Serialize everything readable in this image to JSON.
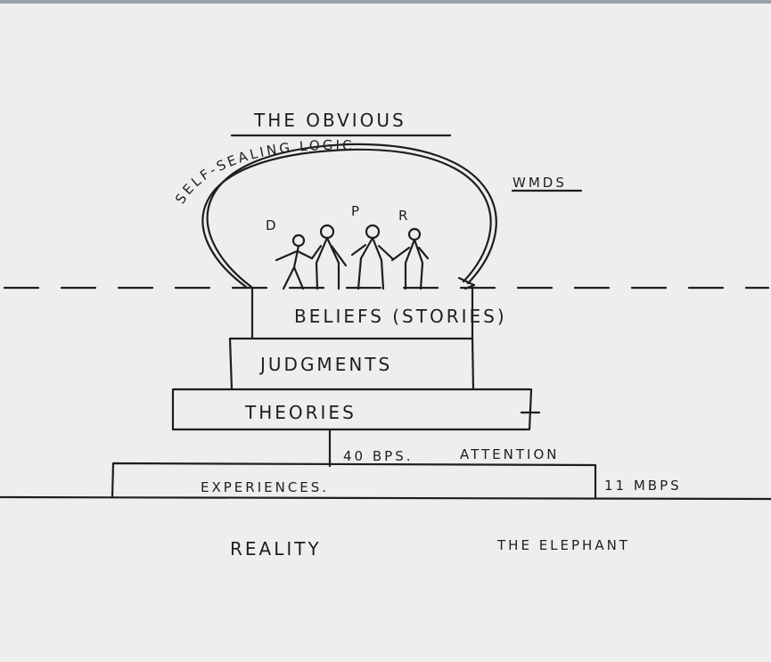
{
  "title": "THE OBVIOUS",
  "arc_label": "SELF-SEALING LOGIC.",
  "side_note": "WMDS",
  "figure_labels": [
    "D",
    "P",
    "R"
  ],
  "levels": {
    "beliefs": "BELIEFS (STORIES)",
    "judgments": "JUDGMENTS",
    "theories": "THEORIES",
    "experiences": "EXPERIENCES."
  },
  "attention_rate": "40 BPS.",
  "attention": "ATTENTION",
  "experience_rate": "11 MBPS",
  "reality": "REALITY",
  "elephant": "THE ELEPHANT"
}
